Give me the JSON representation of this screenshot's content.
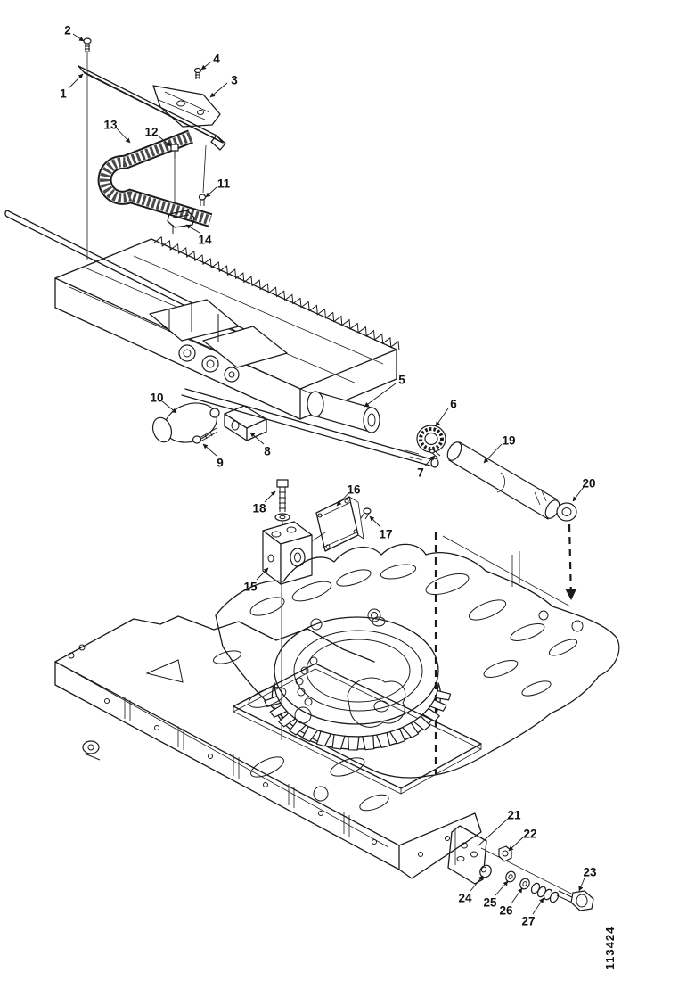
{
  "figure": {
    "type": "exploded-parts-diagram",
    "drawing_number": "113424",
    "line_color": "#1a1a1a",
    "background_color": "#ffffff"
  },
  "callouts": [
    {
      "label": "1"
    },
    {
      "label": "2"
    },
    {
      "label": "3"
    },
    {
      "label": "4"
    },
    {
      "label": "5"
    },
    {
      "label": "6"
    },
    {
      "label": "7"
    },
    {
      "label": "8"
    },
    {
      "label": "9"
    },
    {
      "label": "10"
    },
    {
      "label": "11"
    },
    {
      "label": "12"
    },
    {
      "label": "13"
    },
    {
      "label": "14"
    },
    {
      "label": "15"
    },
    {
      "label": "16"
    },
    {
      "label": "17"
    },
    {
      "label": "18"
    },
    {
      "label": "19"
    },
    {
      "label": "20"
    },
    {
      "label": "21"
    },
    {
      "label": "22"
    },
    {
      "label": "23"
    },
    {
      "label": "24"
    },
    {
      "label": "25"
    },
    {
      "label": "26"
    },
    {
      "label": "27"
    }
  ]
}
